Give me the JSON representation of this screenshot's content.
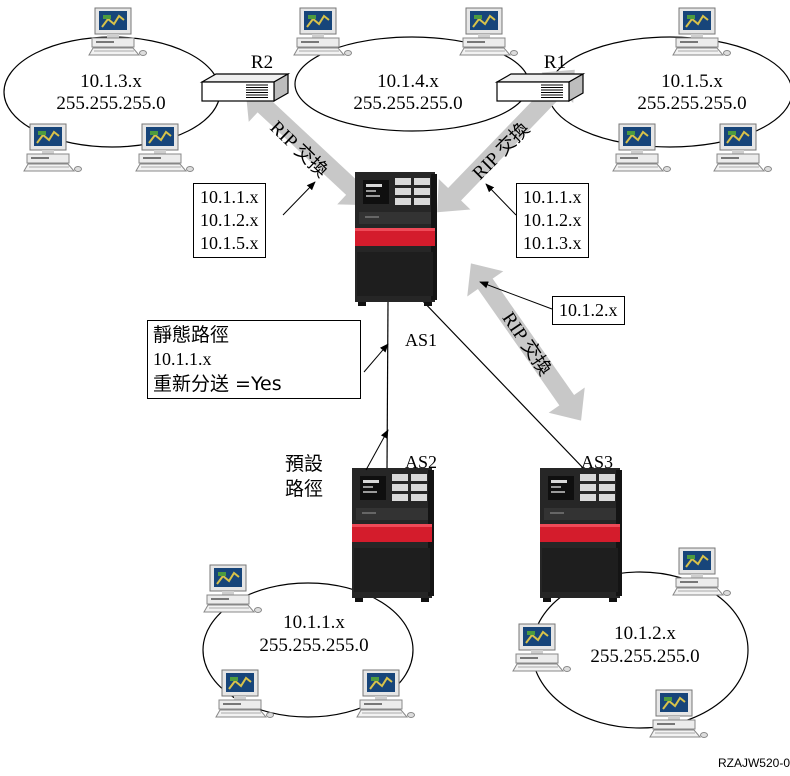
{
  "routers": {
    "r2": {
      "label": "R2"
    },
    "r1": {
      "label": "R1"
    }
  },
  "networks": {
    "net_10_1_3": {
      "address": "10.1.3.x",
      "mask": "255.255.255.0"
    },
    "net_10_1_4": {
      "address": "10.1.4.x",
      "mask": "255.255.255.0"
    },
    "net_10_1_5": {
      "address": "10.1.5.x",
      "mask": "255.255.255.0"
    },
    "net_10_1_1": {
      "address": "10.1.1.x",
      "mask": "255.255.255.0"
    },
    "net_10_1_2": {
      "address": "10.1.2.x",
      "mask": "255.255.255.0"
    }
  },
  "rip_exchange_label": "RIP 交換",
  "route_boxes": {
    "left": [
      "10.1.1.x",
      "10.1.2.x",
      "10.1.5.x"
    ],
    "right": [
      "10.1.1.x",
      "10.1.2.x",
      "10.1.3.x"
    ],
    "as3": [
      "10.1.2.x"
    ]
  },
  "static_route": {
    "title": "靜態路徑",
    "address": "10.1.1.x",
    "redistribute": "重新分送 =Yes"
  },
  "default_route": {
    "line1": "預設",
    "line2": "路徑"
  },
  "systems": {
    "as1": {
      "label": "AS1"
    },
    "as2": {
      "label": "AS2"
    },
    "as3": {
      "label": "AS3"
    }
  },
  "figure_id": "RZAJW520-0",
  "colors": {
    "arrow_fill": "#c8c8c8",
    "server_body": "#262626",
    "server_red": "#d41c2c",
    "monitor_screen": "#17457a",
    "monitor_body": "#e6e6e6"
  }
}
